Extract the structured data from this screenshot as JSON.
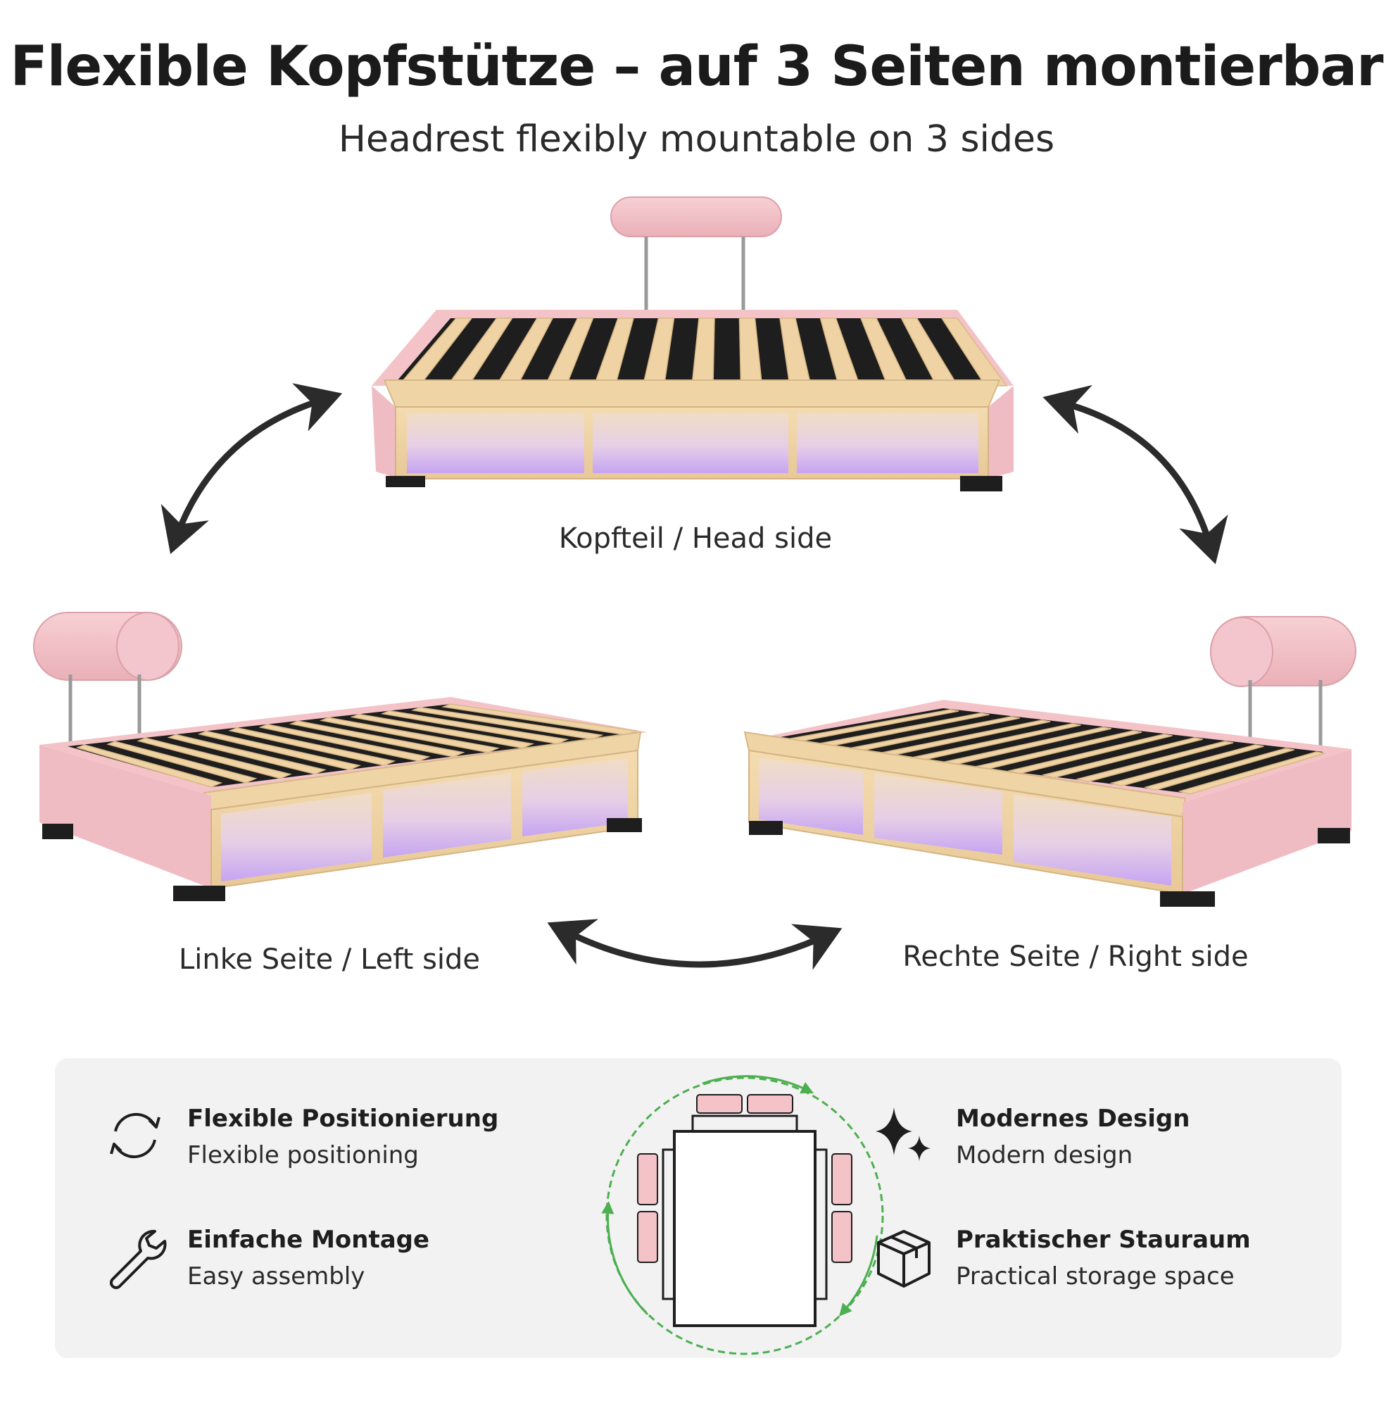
{
  "header": {
    "title": "Flexible Kopfstütze – auf 3 Seiten montierbar",
    "subtitle": "Headrest flexibly mountable on 3 sides"
  },
  "views": {
    "head": "Kopfteil / Head side",
    "left": "Linke Seite / Left side",
    "right": "Rechte Seite / Right side"
  },
  "colors": {
    "upholstery": "#f3c3c8",
    "wood": "#f1d6a8",
    "led": "#c8a8f0",
    "arrow": "#2b2b2b",
    "diagram_arrow": "#4caf50",
    "panel": "#f2f2f2"
  },
  "features": [
    {
      "icon": "refresh-icon",
      "title": "Flexible Positionierung",
      "subtitle": "Flexible positioning"
    },
    {
      "icon": "wrench-icon",
      "title": "Einfache Montage",
      "subtitle": "Easy assembly"
    },
    {
      "icon": "sparkle-icon",
      "title": "Modernes Design",
      "subtitle": "Modern design"
    },
    {
      "icon": "box-icon",
      "title": "Praktischer Stauraum",
      "subtitle": "Practical storage space"
    }
  ]
}
